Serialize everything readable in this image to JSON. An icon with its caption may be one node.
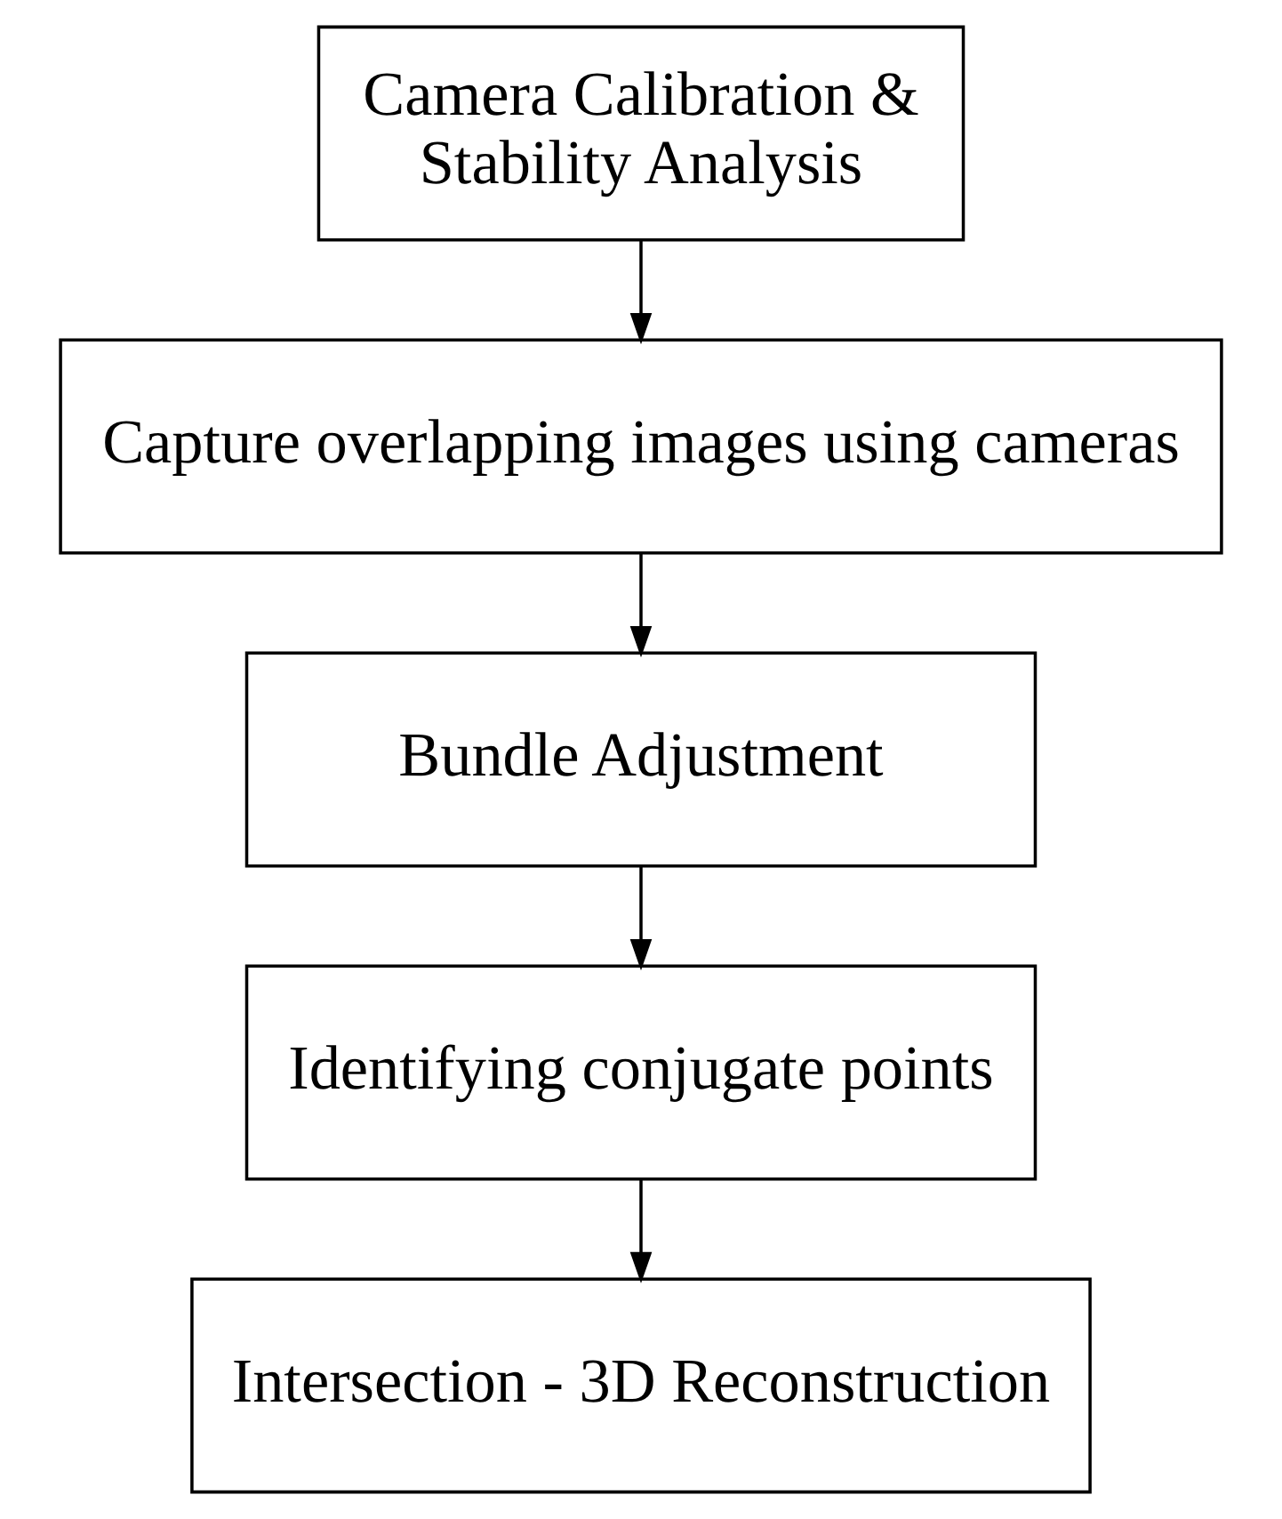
{
  "diagram": {
    "nodes": [
      {
        "text": [
          "Camera Calibration & Stability Analysis"
        ]
      },
      {
        "text": [
          "Capture overlapping images using cameras"
        ]
      },
      {
        "text": [
          "Bundle Adjustment"
        ]
      },
      {
        "text": [
          "Identifying conjugate points"
        ]
      },
      {
        "text": [
          "Intersection - 3D Reconstruction"
        ]
      }
    ],
    "edges": [
      {
        "from": 0,
        "to": 1,
        "arrow": "to"
      },
      {
        "from": 1,
        "to": 2,
        "arrow": "to"
      },
      {
        "from": 2,
        "to": 3,
        "arrow": "to"
      },
      {
        "from": 3,
        "to": 4,
        "arrow": "to"
      }
    ]
  }
}
